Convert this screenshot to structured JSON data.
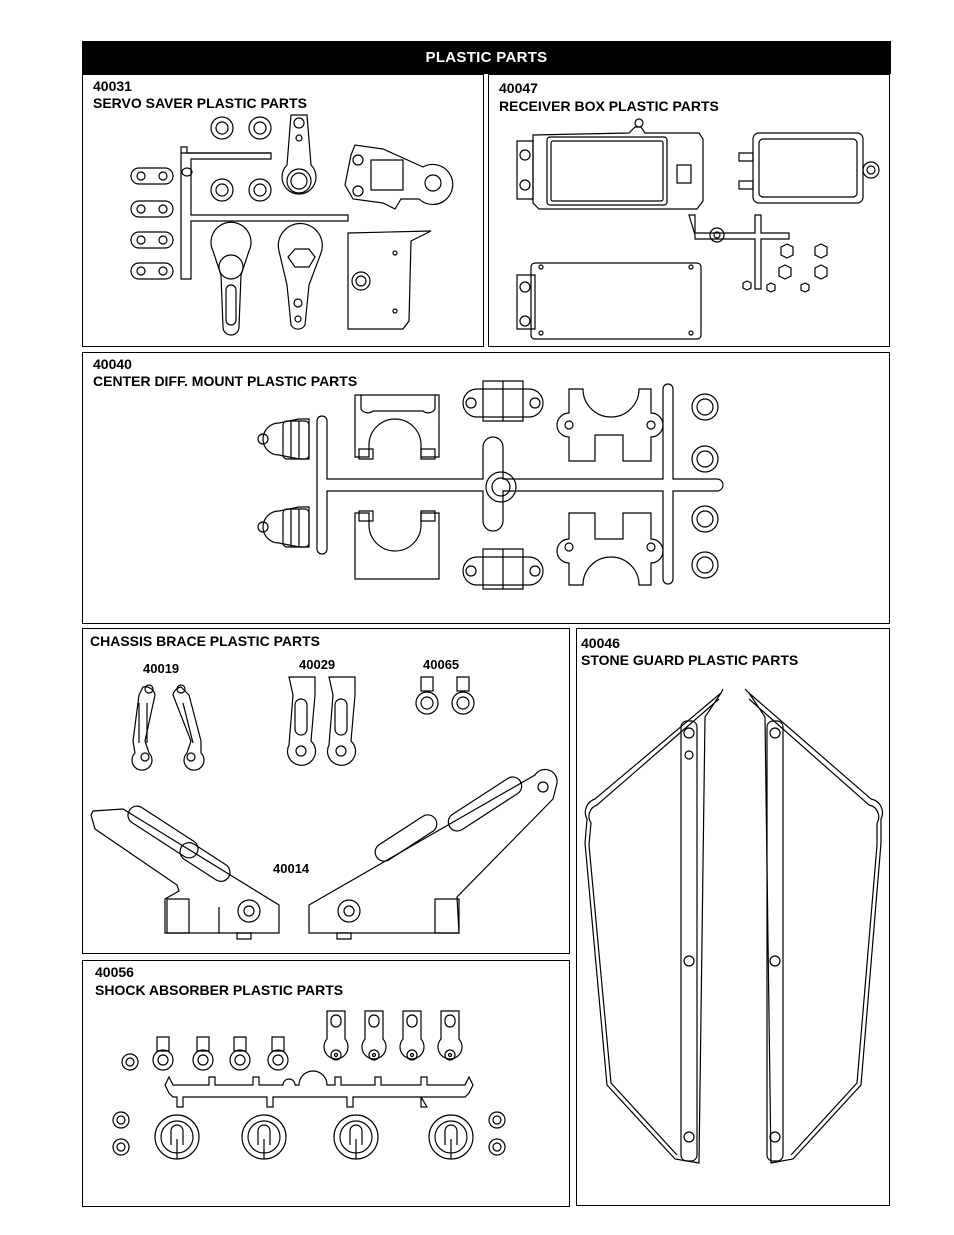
{
  "header": {
    "title": "PLASTIC PARTS"
  },
  "panels": {
    "servo_saver": {
      "code": "40031",
      "name": "SERVO SAVER PLASTIC PARTS"
    },
    "receiver_box": {
      "code": "40047",
      "name": "RECEIVER BOX PLASTIC PARTS"
    },
    "center_diff": {
      "code": "40040",
      "name": "CENTER DIFF. MOUNT PLASTIC  PARTS"
    },
    "chassis_brace": {
      "name": "CHASSIS BRACE PLASTIC PARTS",
      "sub": [
        "40019",
        "40029",
        "40065",
        "40014"
      ]
    },
    "stone_guard": {
      "code": "40046",
      "name": "STONE GUARD PLASTIC PARTS"
    },
    "shock_absorber": {
      "code": "40056",
      "name": "SHOCK ABSORBER PLASTIC PARTS"
    }
  }
}
